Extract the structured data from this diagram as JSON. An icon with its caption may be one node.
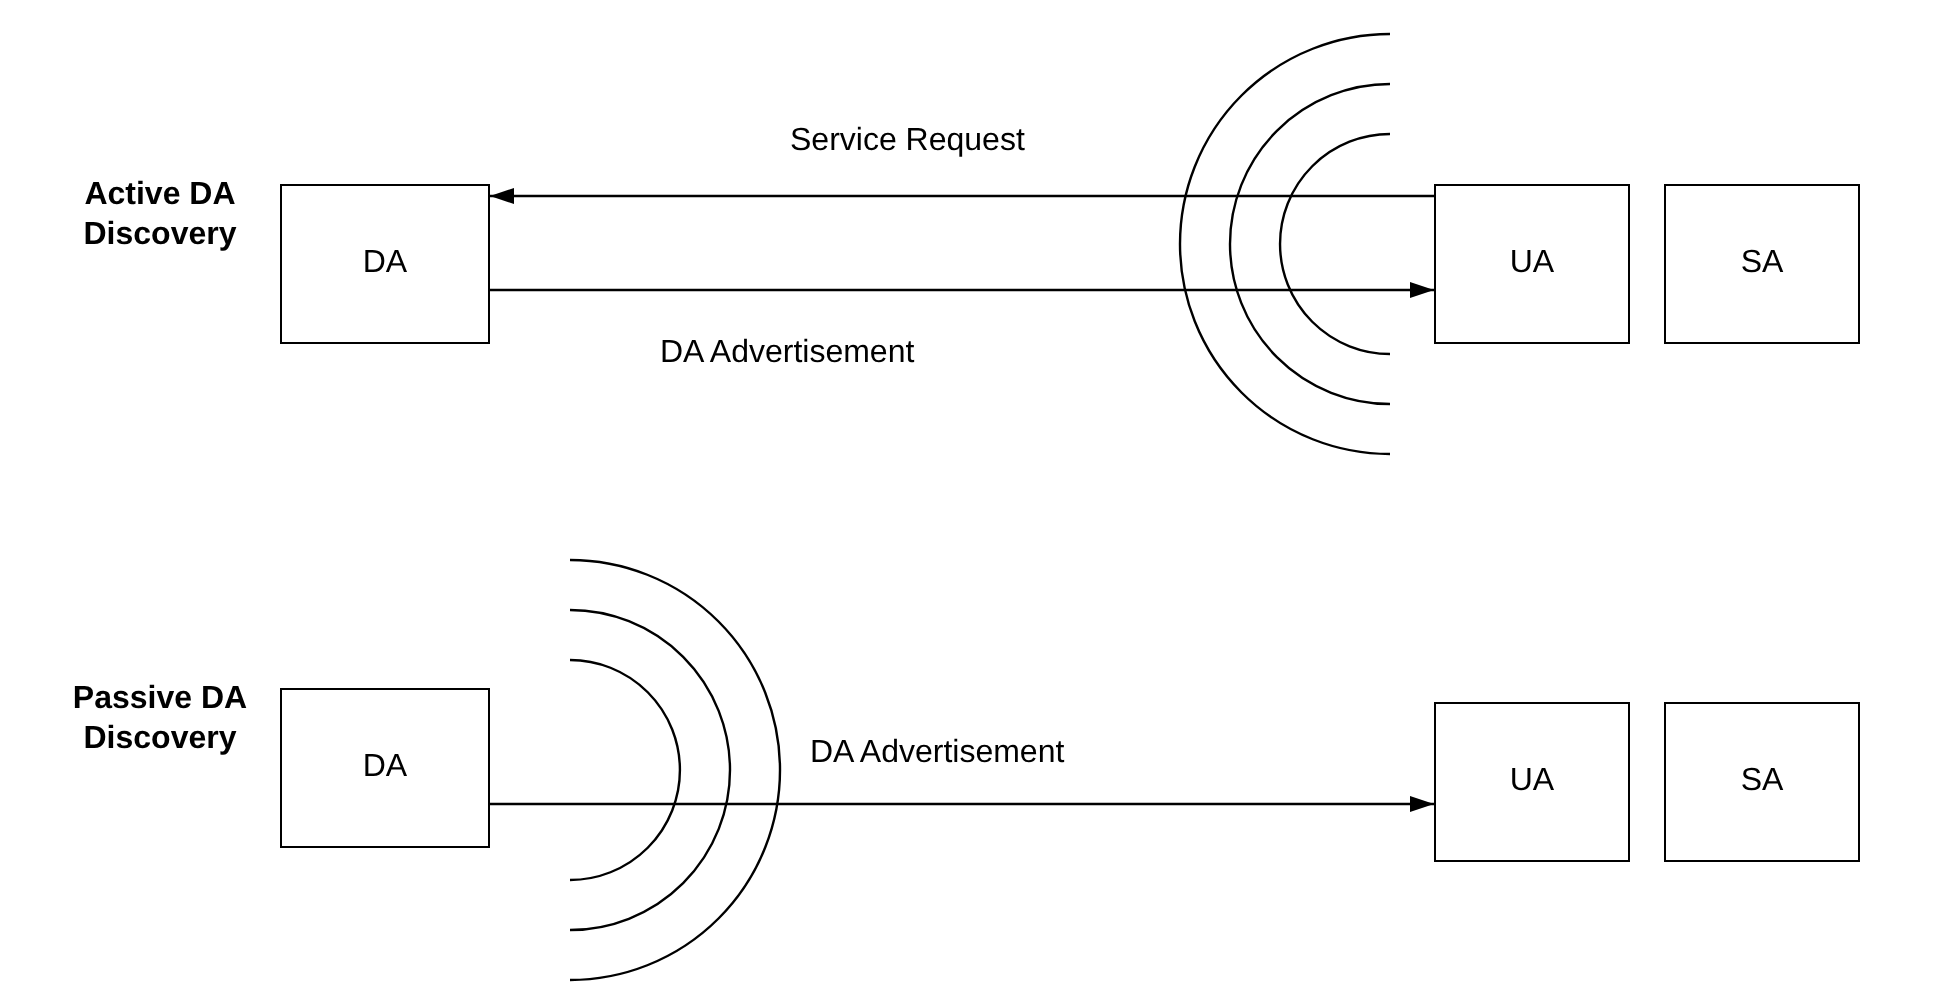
{
  "diagram": {
    "nodes": [
      {
        "text": [
          "DA"
        ]
      },
      {
        "text": [
          "UA"
        ]
      },
      {
        "text": [
          "SA"
        ]
      },
      {
        "text": [
          "DA"
        ]
      },
      {
        "text": [
          "UA"
        ]
      },
      {
        "text": [
          "SA"
        ]
      }
    ],
    "edges": [
      {
        "from": 1,
        "to": 0,
        "arrow": "to",
        "label": "Service Request"
      },
      {
        "from": 0,
        "to": 1,
        "arrow": "to",
        "label": "DA Advertisement"
      },
      {
        "from": 3,
        "to": 4,
        "arrow": "to",
        "label": "DA Advertisement"
      }
    ],
    "labels": [
      "Active DA Discovery",
      "Passive DA Discovery"
    ]
  }
}
